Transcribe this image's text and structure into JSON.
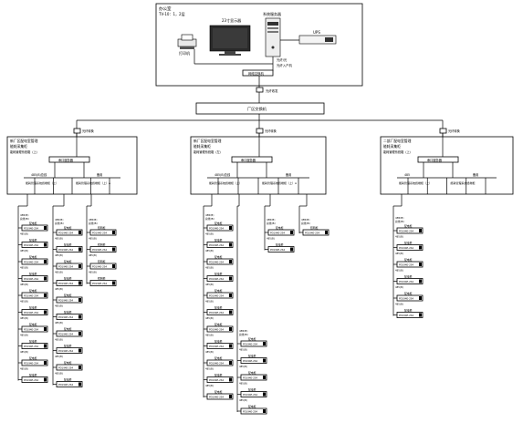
{
  "office": {
    "title": "办公室",
    "subtitle": "TV-10：1，2层",
    "printer_label": "打印机",
    "monitor_label": "23寸显示器",
    "server_label": "系统服务器",
    "ups_label": "UPS",
    "switch_label": "网络交换机",
    "link_label": "光纤/光",
    "link_sub": "光纤入户机"
  },
  "uplink_label": "光纤收发",
  "core_switch_label": "厂区交换机",
  "stations": [
    {
      "id": "a",
      "name": "新厂区配电室管理",
      "sub": "能耗采集柜",
      "sub2": "能耗管理系统箱（上）",
      "link": "光纤转换",
      "bus": "串口服务器",
      "left_tag": "485(B)总线",
      "right_tag": "备用",
      "bottom_left": "能耗管理系统终端柜（上）",
      "bottom_right": "能耗管理系统终端柜（上）A"
    },
    {
      "id": "b",
      "name": "新厂区配电室管理",
      "sub": "能耗采集柜",
      "sub2": "能耗管理系统箱（左）",
      "link": "光纤转换",
      "bus": "串口服务器",
      "left_tag": "485(B)总线",
      "right_tag": "备用",
      "bottom_left": "能耗管理系统终端柜（上）",
      "bottom_right": "能耗管理系统终端柜（上）A"
    },
    {
      "id": "c",
      "name": "二部厂配电室管理",
      "sub": "能耗采集柜",
      "sub2": "能耗管理系统箱（上）",
      "link": "光纤转换",
      "bus": "串口服务器",
      "left_tag": "485",
      "right_tag": "备用",
      "bottom_left": "能耗管理系统终端柜（上）",
      "bottom_right": "能耗管理系统终端柜"
    }
  ],
  "meter_labels": {
    "power": "配电柜",
    "light": "照明柜",
    "device": "PD194E-2S4",
    "bus_tag": "485(B)",
    "bus_sub": "总线(B)"
  }
}
